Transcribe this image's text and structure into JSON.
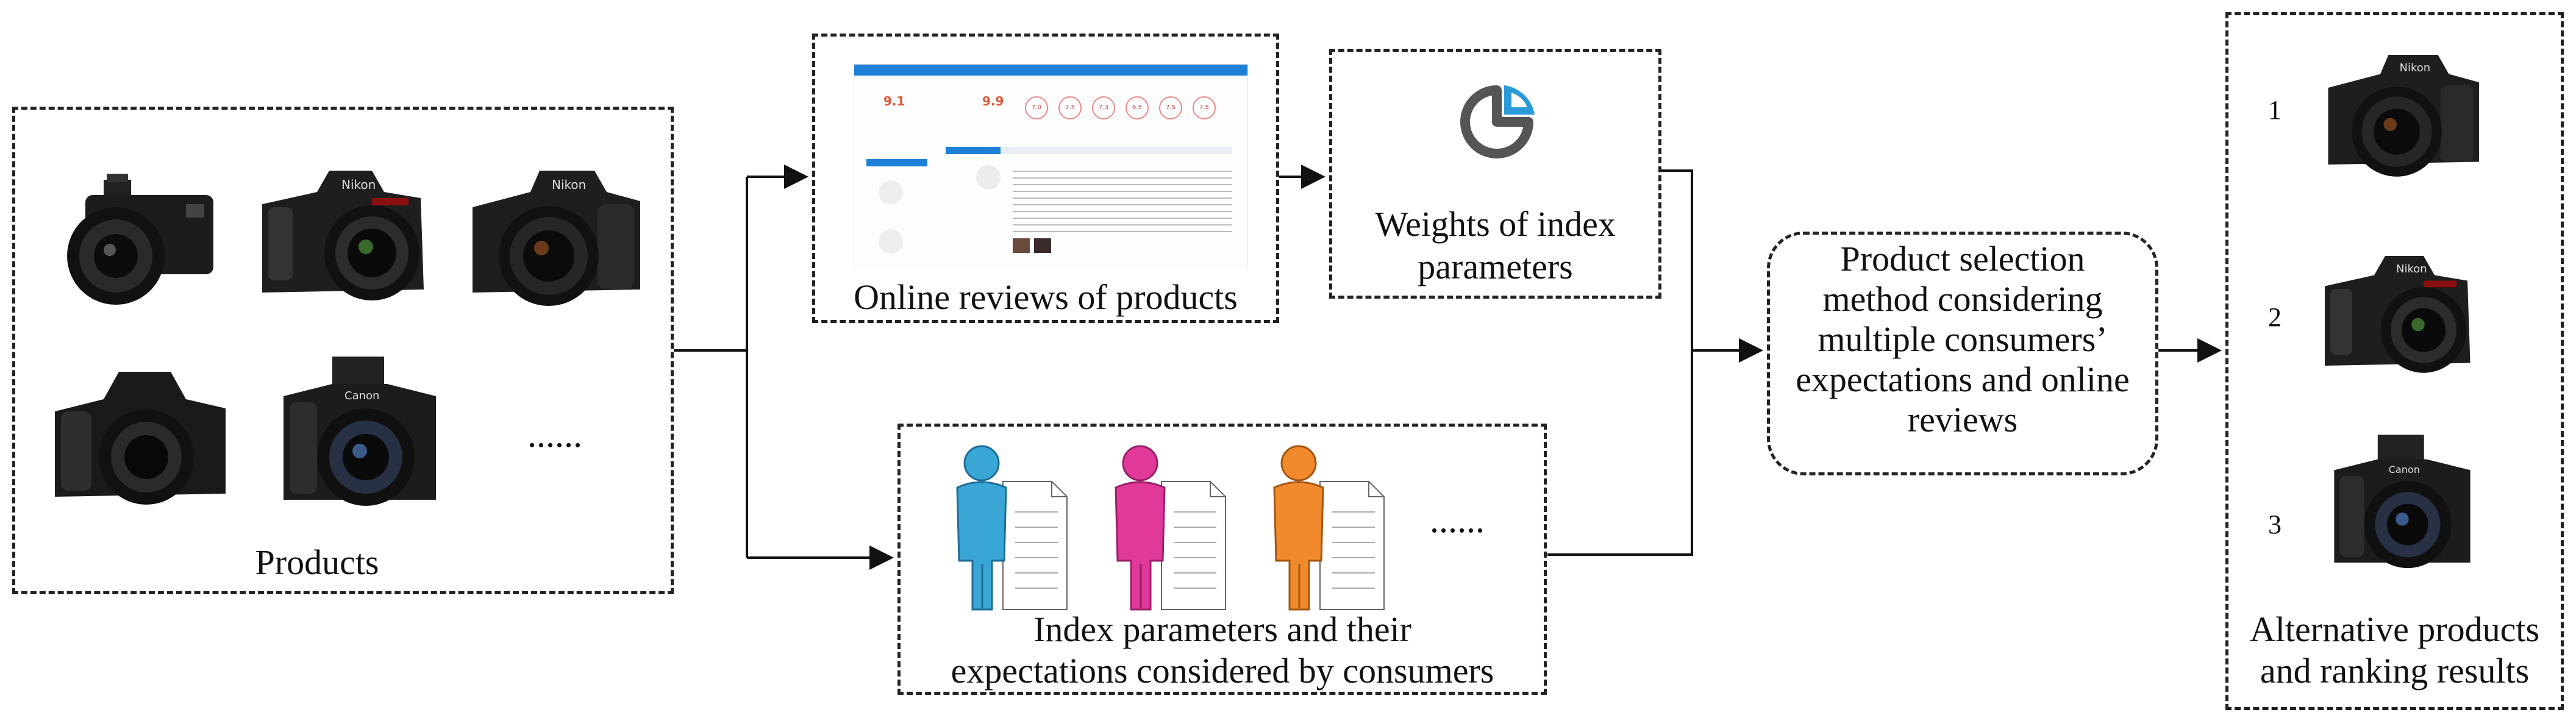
{
  "products": {
    "label": "Products",
    "more": "......",
    "cameras": [
      "mirrorless-camera-icon",
      "nikon-dslr-camera-icon",
      "nikon-bridge-camera-icon",
      "film-slr-camera-icon",
      "canon-dslr-camera-icon"
    ]
  },
  "reviews": {
    "label": "Online reviews of products",
    "score1": "9.1",
    "score2": "9.9",
    "circle_values": [
      "7.0",
      "7.5",
      "7.3",
      "6.5",
      "7.5",
      "7.5"
    ]
  },
  "weights": {
    "label_line1": "Weights of index",
    "label_line2": "parameters"
  },
  "consumers": {
    "label_line1": "Index parameters and their",
    "label_line2": "expectations considered by consumers",
    "more": "......",
    "people_colors": [
      "#3aa6d6",
      "#e0399a",
      "#f08a2c"
    ]
  },
  "method": {
    "lines": [
      "Product selection",
      "method considering",
      "multiple consumers’",
      "expectations and online",
      "reviews"
    ]
  },
  "results": {
    "ranks": [
      "1",
      "2",
      "3"
    ],
    "label_line1": "Alternative products",
    "label_line2": "and ranking results"
  }
}
